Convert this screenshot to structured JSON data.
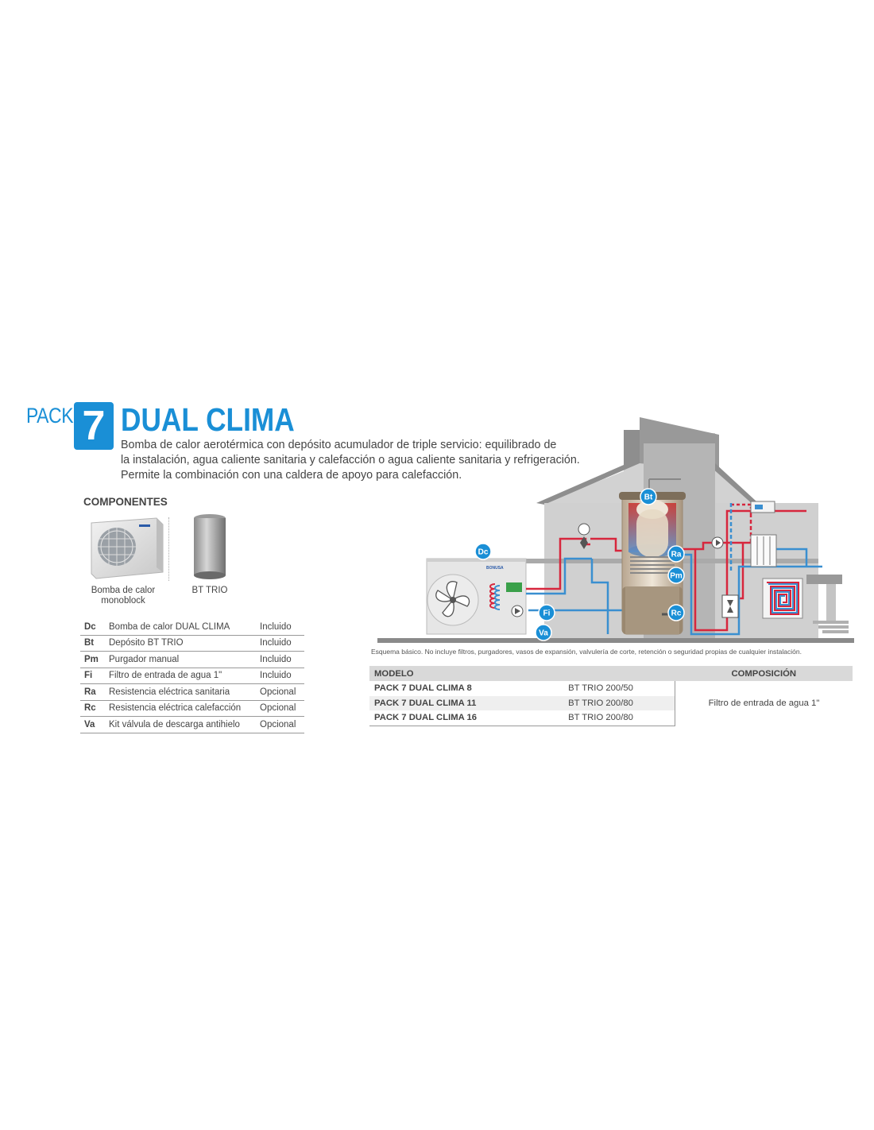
{
  "header": {
    "pack_label": "PACK",
    "pack_number": "7",
    "title": "DUAL CLIMA",
    "description_lines": [
      "Bomba de calor aerotérmica con  depósito acumulador de triple servicio:  equilibrado de",
      "la instalación, agua caliente sanitaria y calefacción o agua caliente sanitaria y refrigeración.",
      "Permite la combinación con una caldera de apoyo para calefacción."
    ]
  },
  "components": {
    "heading": "COMPONENTES",
    "images": [
      {
        "caption_line1": "Bomba de calor",
        "caption_line2": "monoblock"
      },
      {
        "caption_line1": "BT TRIO"
      }
    ],
    "rows": [
      {
        "code": "Dc",
        "desc": "Bomba de calor DUAL CLIMA",
        "status": "Incluido"
      },
      {
        "code": "Bt",
        "desc": "Depósito BT TRIO",
        "status": "Incluido"
      },
      {
        "code": "Pm",
        "desc": "Purgador manual",
        "status": "Incluido"
      },
      {
        "code": "Fi",
        "desc": "Filtro de entrada de agua 1\"",
        "status": "Incluido"
      },
      {
        "code": "Ra",
        "desc": "Resistencia eléctrica sanitaria",
        "status": "Opcional"
      },
      {
        "code": "Rc",
        "desc": "Resistencia eléctrica calefacción",
        "status": "Opcional"
      },
      {
        "code": "Va",
        "desc": "Kit válvula de descarga antihielo",
        "status": "Opcional"
      }
    ]
  },
  "scheme": {
    "unit_brand": "BONUSA",
    "labels": {
      "dc": "Dc",
      "bt": "Bt",
      "ra": "Ra",
      "pm": "Pm",
      "rc": "Rc",
      "fi": "Fi",
      "va": "Va"
    },
    "colors": {
      "hot": "#d7263d",
      "cold": "#3a8fd0",
      "label": "#1a8fd6",
      "wall": "#cfcfcf",
      "roof": "#8c8c8c"
    },
    "note": "Esquema básico. No incluye filtros, purgadores, vasos de expansión, valvulería de corte, retención o seguridad propias de cualquier instalación."
  },
  "models": {
    "header_model": "MODELO",
    "header_composition": "COMPOSICIÓN",
    "shared_composition": "Filtro de entrada de agua 1\"",
    "rows": [
      {
        "name": "PACK 7 DUAL CLIMA 8",
        "trio": "BT TRIO 200/50"
      },
      {
        "name": "PACK 7 DUAL CLIMA 11",
        "trio": "BT TRIO 200/80"
      },
      {
        "name": "PACK 7 DUAL CLIMA 16",
        "trio": "BT TRIO 200/80"
      }
    ]
  }
}
